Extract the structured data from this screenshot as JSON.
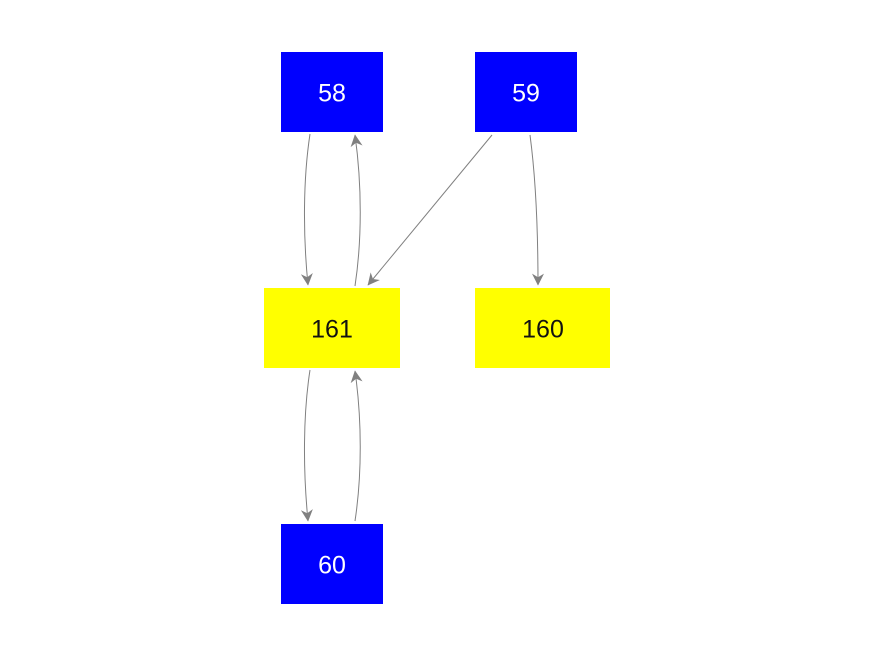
{
  "colors": {
    "blue_node": "#0000ff",
    "yellow_node": "#ffff00",
    "edge": "#808080",
    "label_on_blue": "#ffffff",
    "label_on_yellow": "#111111"
  },
  "nodes": [
    {
      "id": "58",
      "label": "58",
      "kind": "blue"
    },
    {
      "id": "59",
      "label": "59",
      "kind": "blue"
    },
    {
      "id": "161",
      "label": "161",
      "kind": "yellow"
    },
    {
      "id": "160",
      "label": "160",
      "kind": "yellow"
    },
    {
      "id": "60",
      "label": "60",
      "kind": "blue"
    }
  ],
  "edges": [
    {
      "from": "58",
      "to": "161"
    },
    {
      "from": "161",
      "to": "58"
    },
    {
      "from": "59",
      "to": "161"
    },
    {
      "from": "59",
      "to": "160"
    },
    {
      "from": "161",
      "to": "60"
    },
    {
      "from": "60",
      "to": "161"
    }
  ]
}
